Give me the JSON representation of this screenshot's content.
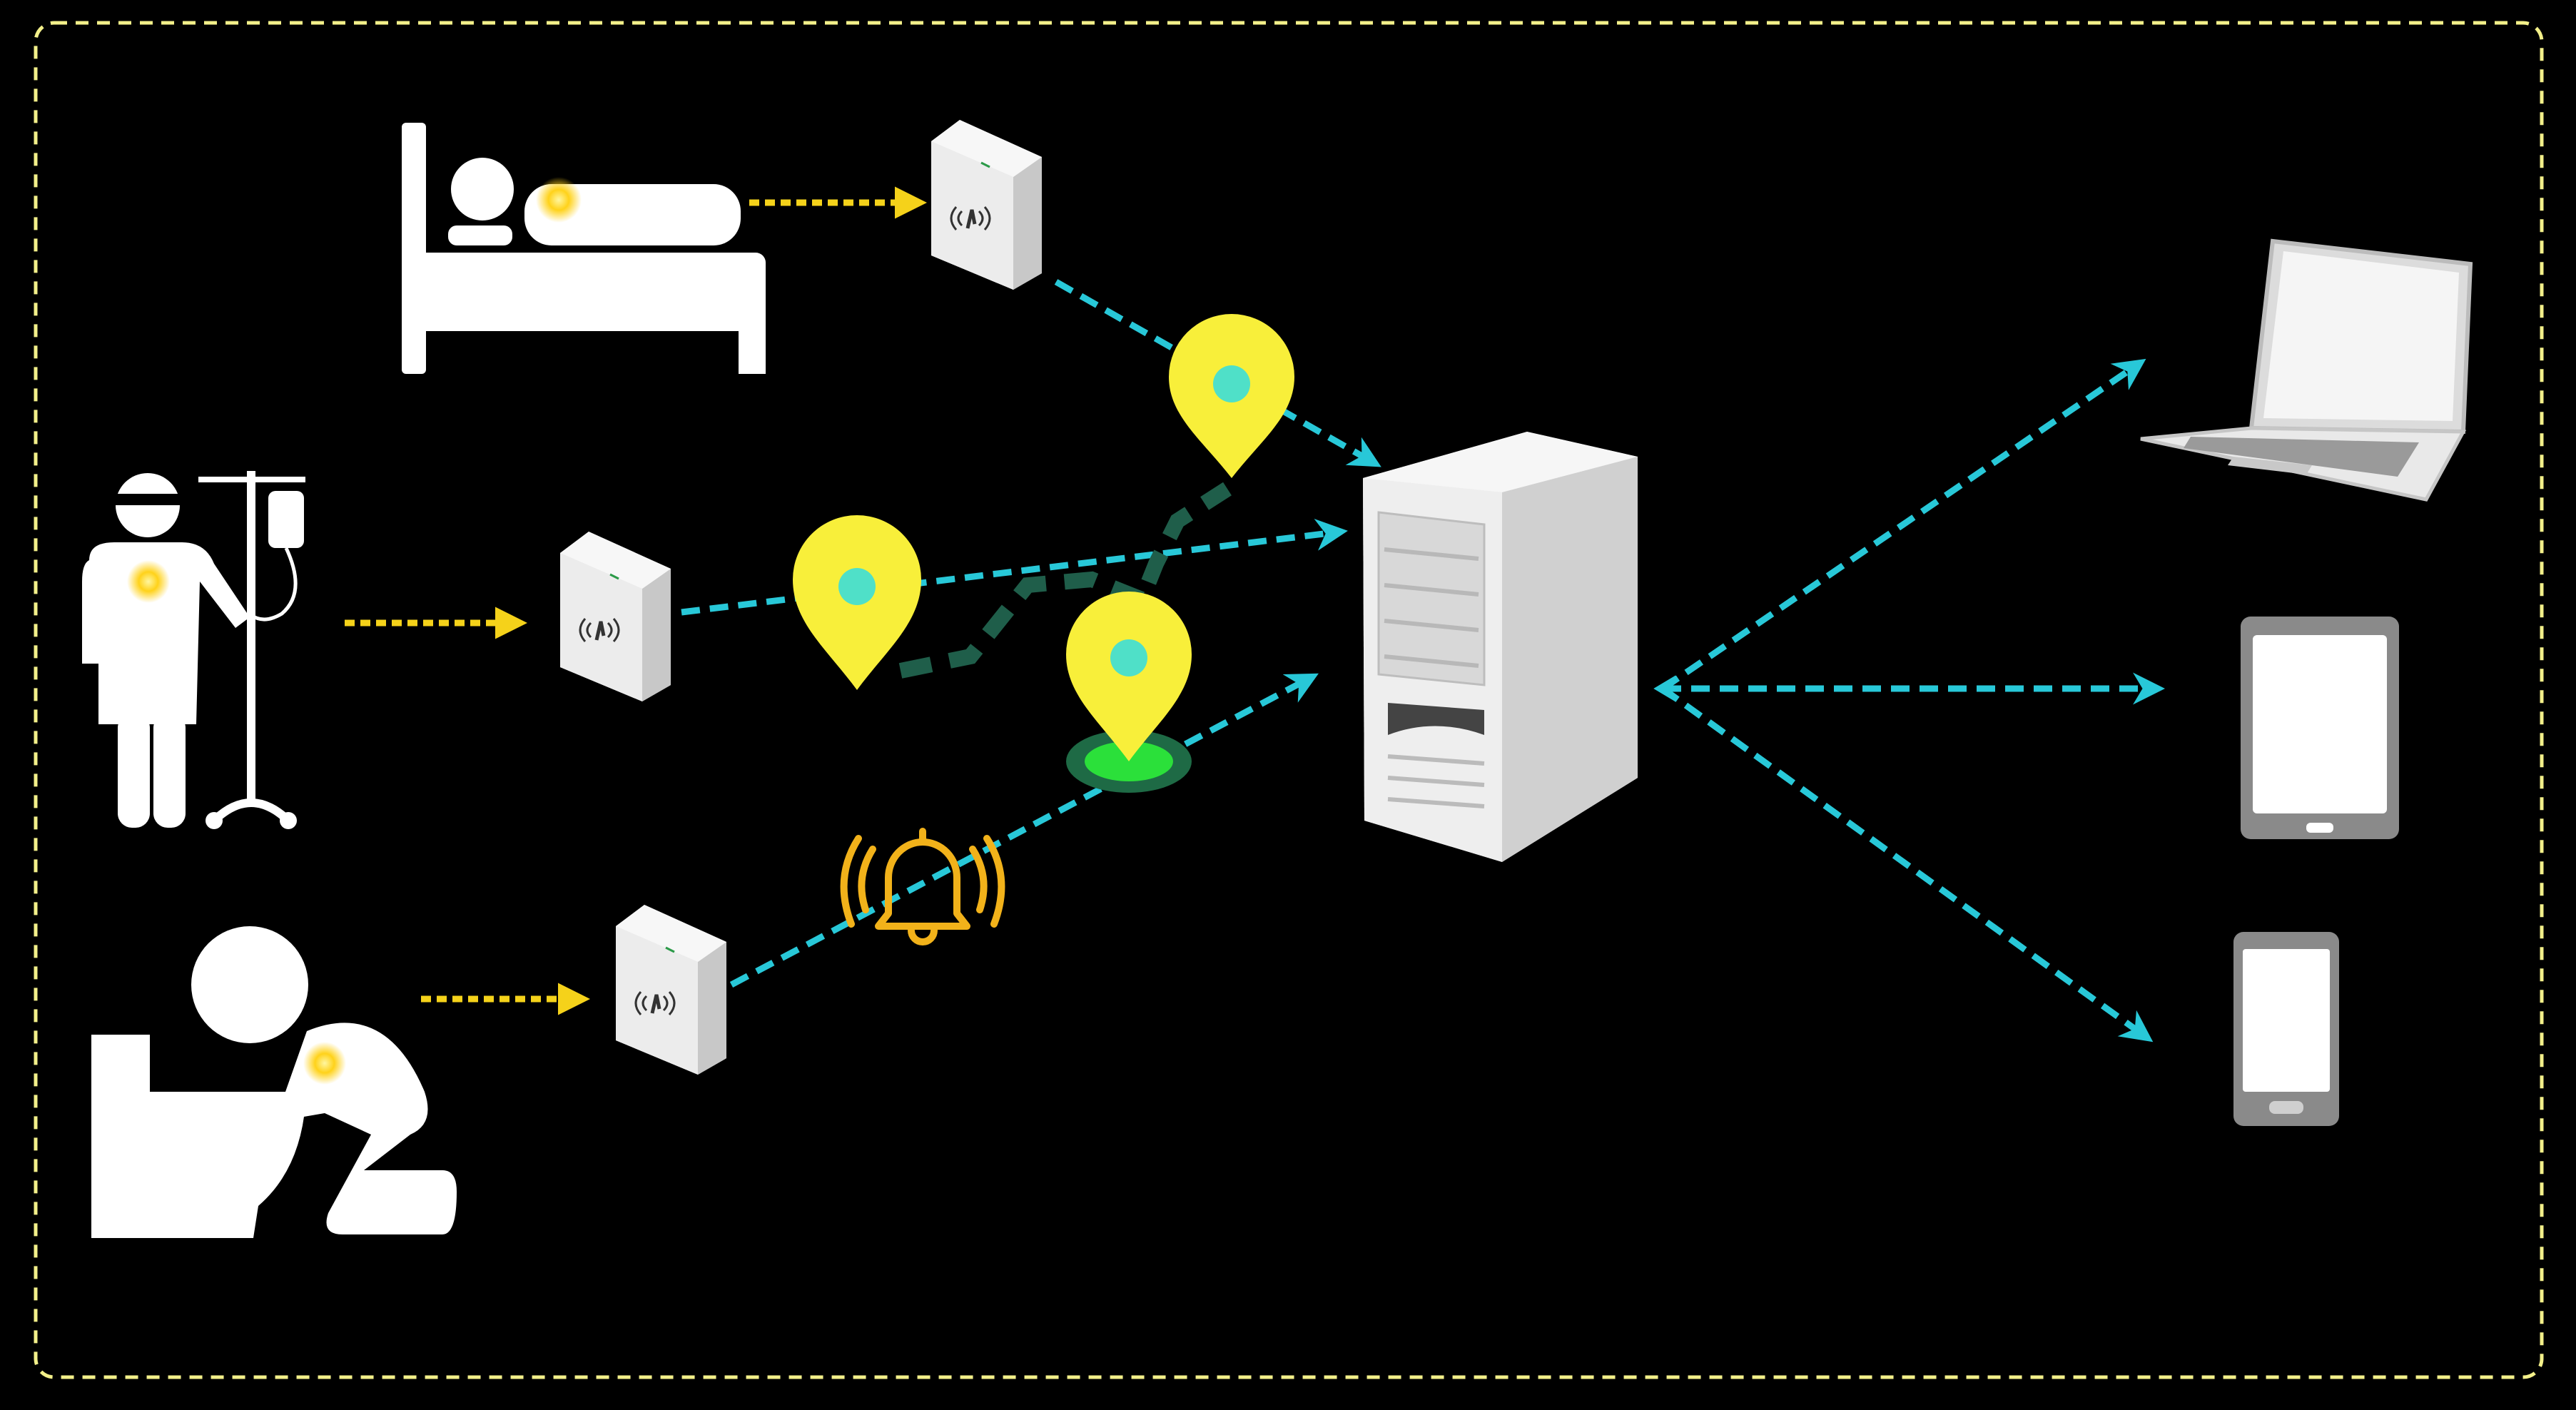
{
  "colors": {
    "background": "#000000",
    "frame": "#f3f08a",
    "sensor_arrow": "#f5d21a",
    "network_link": "#28c8d8",
    "path_trace": "#1f5e4a",
    "pin": "#f8ef3a",
    "pin_dot": "#4fe0c8",
    "bell": "#f2b21a",
    "sensor_glow": "#ffd21a",
    "target_ring": "#2be03a",
    "figure": "#ffffff",
    "device_grey": "#8a8a8a"
  },
  "nodes": [
    {
      "id": "patient-in-bed",
      "icon": "bed-icon"
    },
    {
      "id": "patient-with-iv",
      "icon": "iv-pole-icon"
    },
    {
      "id": "patient-fallen",
      "icon": "toilet-fall-icon"
    },
    {
      "id": "receiver-1",
      "icon": "wireless-receiver-icon"
    },
    {
      "id": "receiver-2",
      "icon": "wireless-receiver-icon"
    },
    {
      "id": "receiver-3",
      "icon": "wireless-receiver-icon"
    },
    {
      "id": "server",
      "icon": "server-tower-icon"
    },
    {
      "id": "laptop",
      "icon": "laptop-icon"
    },
    {
      "id": "tablet",
      "icon": "tablet-icon"
    },
    {
      "id": "smartphone",
      "icon": "smartphone-icon"
    }
  ],
  "location_pins": 3,
  "alert": {
    "icon": "alarm-bell-icon"
  }
}
